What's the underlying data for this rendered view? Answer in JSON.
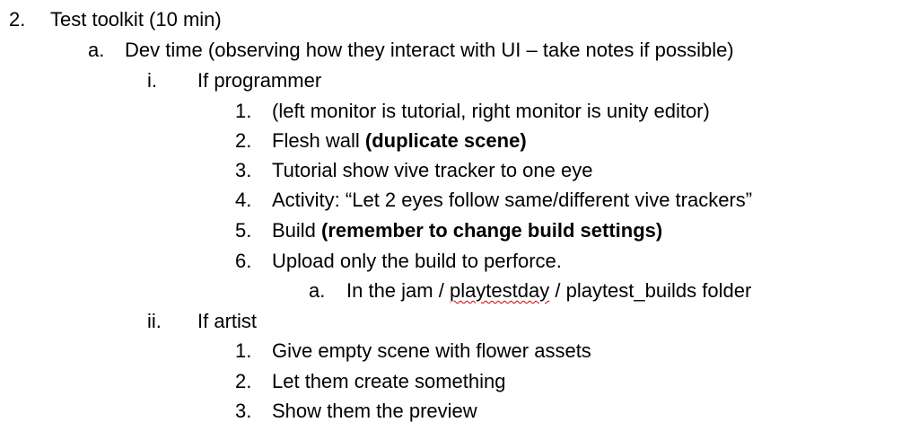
{
  "outline": {
    "item_2": {
      "marker": "2.",
      "text": "Test toolkit (10 min)"
    },
    "item_2a": {
      "marker": "a.",
      "text": "Dev time (observing how they interact with UI – take notes if possible)"
    },
    "item_2a_i": {
      "marker": "i.",
      "text": "If programmer",
      "steps": [
        {
          "marker": "1.",
          "text": "(left monitor is tutorial, right monitor is unity editor)",
          "bold": ""
        },
        {
          "marker": "2.",
          "text": "Flesh wall ",
          "bold": "(duplicate scene)"
        },
        {
          "marker": "3.",
          "text": "Tutorial show vive tracker to one eye",
          "bold": ""
        },
        {
          "marker": "4.",
          "text": "Activity: “Let 2 eyes follow same/different vive trackers”",
          "bold": ""
        },
        {
          "marker": "5.",
          "text": "Build ",
          "bold": "(remember to change build settings)"
        },
        {
          "marker": "6.",
          "text": "Upload only the build to perforce.",
          "bold": ""
        }
      ],
      "sub_item": {
        "marker": "a.",
        "text_before": "In the jam / ",
        "misspelled": "playtestday",
        "text_after": " / playtest_builds folder"
      }
    },
    "item_2a_ii": {
      "marker": "ii.",
      "text": "If artist",
      "steps": [
        {
          "marker": "1.",
          "text": "Give empty scene with flower assets"
        },
        {
          "marker": "2.",
          "text": "Let them create something"
        },
        {
          "marker": "3.",
          "text": "Show them the preview"
        }
      ]
    }
  }
}
